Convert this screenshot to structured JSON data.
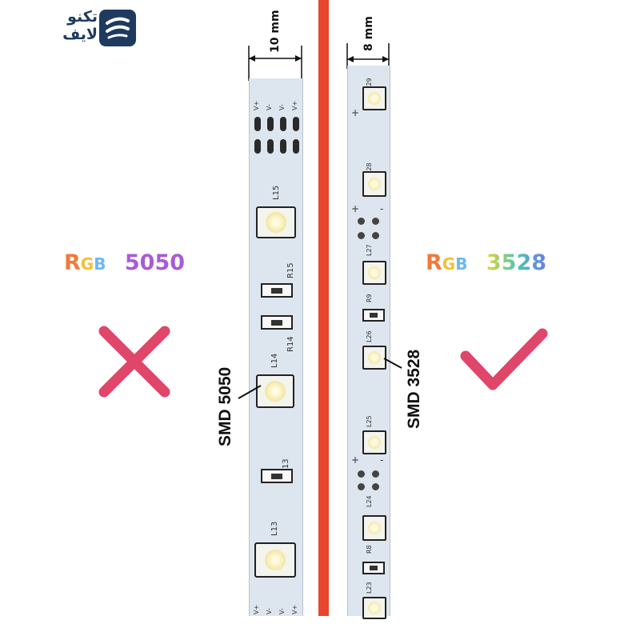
{
  "logo": {
    "line1": "تكنو",
    "line2": "لايف",
    "brand_color": "#1f3a5f"
  },
  "left": {
    "title_prefix_letters": [
      "R",
      "G",
      "B"
    ],
    "title_number": "5050",
    "width_label": "10 mm",
    "package_label": "SMD 5050",
    "verdict_icon": "cross-icon",
    "verdict_color": "#e0456a",
    "strip_labels": {
      "led_a": "L15",
      "led_b": "L14",
      "led_c": "L13",
      "res_a": "R15",
      "res_b": "R14",
      "res_c": "R13",
      "terminals": [
        "V+",
        "V-",
        "V-",
        "V+"
      ]
    }
  },
  "right": {
    "title_prefix_letters": [
      "R",
      "G",
      "B"
    ],
    "title_number": "3528",
    "width_label": "8 mm",
    "package_label": "SMD 3528",
    "verdict_icon": "check-icon",
    "verdict_color": "#e0456a",
    "strip_labels": {
      "leds": [
        "L29",
        "L28",
        "L27",
        "L26",
        "L25",
        "L24",
        "L23"
      ],
      "res": [
        "R9",
        "R8"
      ],
      "plus": "+",
      "minus": "-"
    }
  },
  "divider_color": "#e8462f"
}
